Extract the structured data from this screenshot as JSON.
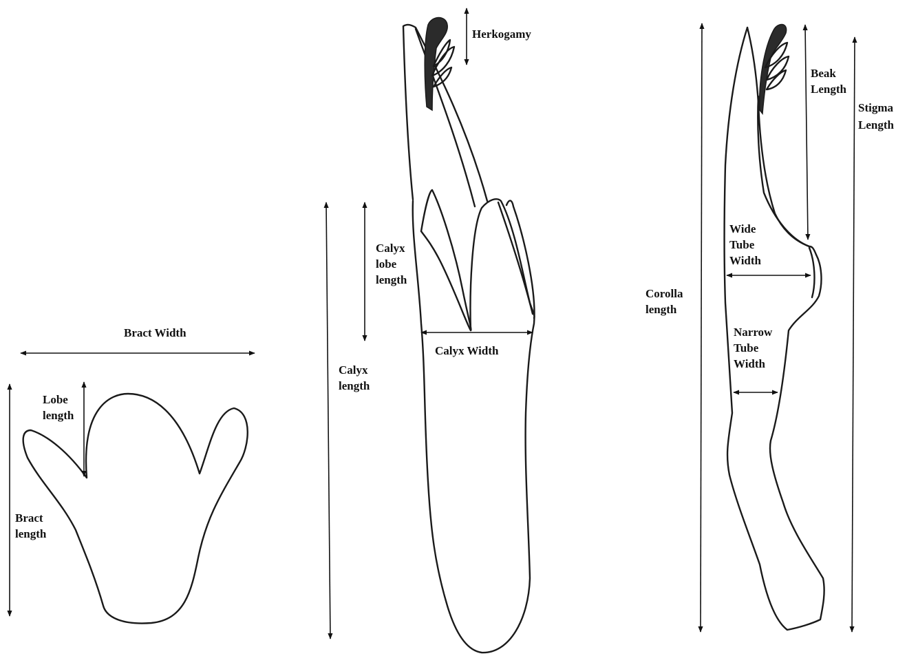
{
  "labels": {
    "herkogamy": "Herkogamy",
    "calyx_lobe": [
      "Calyx",
      "lobe",
      "length"
    ],
    "calyx_length": [
      "Calyx",
      "length"
    ],
    "calyx_width": "Calyx  Width",
    "bract_width": "Bract  Width",
    "lobe_length": [
      "Lobe",
      "length"
    ],
    "bract_length": [
      "Bract",
      "length"
    ],
    "beak_length": [
      "Beak",
      "Length"
    ],
    "stigma_length": [
      "Stigma",
      "Length"
    ],
    "wide_tube": [
      "Wide",
      "Tube",
      "Width"
    ],
    "corolla_length": [
      "Corolla",
      "length"
    ],
    "narrow_tube": [
      "Narrow",
      "Tube",
      "Width"
    ]
  }
}
